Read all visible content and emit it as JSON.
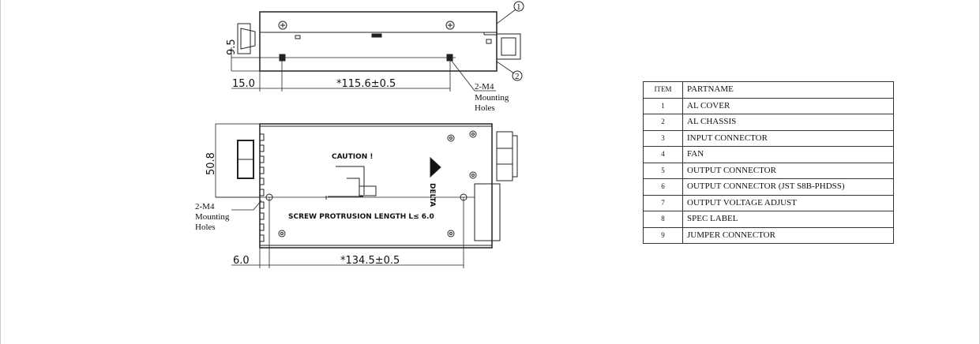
{
  "top_view": {
    "dim_height": "9.5",
    "dim_offset": "15.0",
    "dim_hole_spacing": "*115.6±0.5",
    "callout_1": "1",
    "callout_2": "2",
    "holes_label": [
      "2-M4",
      "Mounting",
      "Holes"
    ]
  },
  "bottom_view": {
    "dim_height": "50.8",
    "dim_offset": "6.0",
    "dim_hole_spacing": "*134.5±0.5",
    "caution": "CAUTION !",
    "screw_note": "SCREW PROTRUSION LENGTH L≤ 6.0",
    "logo": "DELTA",
    "holes_label": [
      "2-M4",
      "Mounting",
      "Holes"
    ]
  },
  "parts_table": {
    "headers": [
      "ITEM",
      "PARTNAME"
    ],
    "rows": [
      [
        "1",
        "AL COVER"
      ],
      [
        "2",
        "AL CHASSIS"
      ],
      [
        "3",
        "INPUT CONNECTOR"
      ],
      [
        "4",
        "FAN"
      ],
      [
        "5",
        "OUTPUT CONNECTOR"
      ],
      [
        "6",
        "OUTPUT CONNECTOR (JST S8B-PHDSS)"
      ],
      [
        "7",
        "OUTPUT VOLTAGE ADJUST"
      ],
      [
        "8",
        "SPEC LABEL"
      ],
      [
        "9",
        "JUMPER CONNECTOR"
      ]
    ]
  }
}
